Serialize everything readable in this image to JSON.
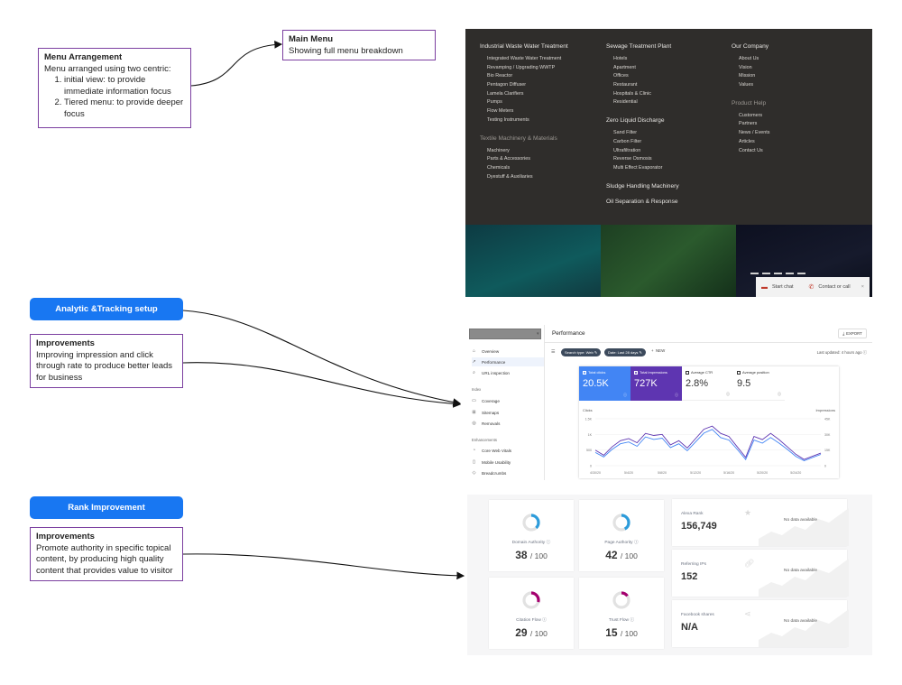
{
  "notes": {
    "menu_arrangement": {
      "title": "Menu Arrangement",
      "intro": "Menu arranged using two centric:",
      "points": [
        "initial view: to provide immediate information focus",
        "Tiered menu: to provide deeper focus"
      ]
    },
    "main_menu": {
      "title": "Main Menu",
      "text": "Showing full menu breakdown"
    },
    "analytic_label": "Analytic &Tracking setup",
    "improvements_1": {
      "title": "Improvements",
      "text": "Improving impression and click through rate to produce better leads for business"
    },
    "rank_label": "Rank Improvement",
    "improvements_2": {
      "title": "Improvements",
      "text": "Promote authority in specific topical content, by producing high quality content that provides value to visitor"
    }
  },
  "menu": {
    "col1": {
      "groups": [
        {
          "head": "Industrial Waste Water Treatment",
          "dim": false,
          "items": [
            "Integrated Waste Water Treatment",
            "Revamping / Upgrading WWTP",
            "Bio Reactor",
            "Pentagon Diffuser",
            "Lamela Clarifiers",
            "Pumps",
            "Flow Meters",
            "Testing Instruments"
          ]
        },
        {
          "head": "Textile Machinery & Materials",
          "dim": true,
          "items": [
            "Machinery",
            "Parts & Accessories",
            "Chemicals",
            "Dyestuff & Auxiliaries"
          ]
        }
      ]
    },
    "col2": {
      "groups": [
        {
          "head": "Sewage Treatment Plant",
          "dim": false,
          "items": [
            "Hotels",
            "Apartment",
            "Offices",
            "Restaurant",
            "Hospitals & Clinic",
            "Residential"
          ]
        },
        {
          "head": "Zero Liquid Discharge",
          "dim": false,
          "items": [
            "Sand Filter",
            "Carbon Filter",
            "Ultrafiltration",
            "Reverse Osmosis",
            "Multi Effect Evaporator"
          ]
        },
        {
          "head": "Sludge Handling Machinery",
          "dim": false,
          "items": []
        },
        {
          "head": "Oil Separation & Response",
          "dim": false,
          "items": []
        }
      ]
    },
    "col3": {
      "groups": [
        {
          "head": "Our Company",
          "dim": false,
          "items": [
            "About Us",
            "Vision",
            "Mission",
            "Values"
          ]
        },
        {
          "head": "Product Help",
          "dim": true,
          "items": [
            "Customers",
            "Partners",
            "News / Events",
            "Articles",
            "Contact Us"
          ]
        }
      ]
    },
    "chat": {
      "start": "Start chat",
      "contact": "Contact or call",
      "close": "×"
    }
  },
  "gsc": {
    "title": "Performance",
    "export": "EXPORT",
    "nav": [
      "Overview",
      "Performance",
      "URL inspection"
    ],
    "index_label": "Index",
    "index_items": [
      "Coverage",
      "Sitemaps",
      "Removals"
    ],
    "enh_label": "Enhancements",
    "enh_items": [
      "Core Web Vitals",
      "Mobile Usability",
      "Breadcrumbs"
    ],
    "chips": [
      "Search type: Web",
      "Date: Last 28 days"
    ],
    "new": "NEW",
    "updated": "Last updated: 4 hours ago",
    "metrics": [
      {
        "label": "Total clicks",
        "value": "20.5K",
        "active": true,
        "color": "#4285f4"
      },
      {
        "label": "Total impressions",
        "value": "727K",
        "active": true,
        "color": "#5e35b1"
      },
      {
        "label": "Average CTR",
        "value": "2.8%",
        "active": false,
        "color": "#ffffff"
      },
      {
        "label": "Average position",
        "value": "9.5",
        "active": false,
        "color": "#ffffff"
      }
    ],
    "chart_data": {
      "type": "line",
      "x": [
        "4/30/20",
        "5/4/20",
        "5/8/20",
        "5/12/20",
        "5/16/20",
        "5/20/20",
        "5/24/20"
      ],
      "left_axis_label": "Clicks",
      "right_axis_label": "Impressions",
      "left_ticks": [
        "1.5K",
        "1K",
        "500",
        "0"
      ],
      "right_ticks": [
        "45K",
        "30K",
        "15K",
        "0"
      ],
      "series": [
        {
          "name": "Total clicks",
          "color": "#4285f4",
          "values": [
            420,
            280,
            520,
            700,
            760,
            620,
            920,
            840,
            880,
            580,
            700,
            480,
            760,
            1040,
            1160,
            900,
            820,
            520,
            200,
            820,
            720,
            900,
            720,
            520,
            300,
            160,
            260,
            360
          ]
        },
        {
          "name": "Total impressions",
          "color": "#5e35b1",
          "values": [
            15000,
            10000,
            18000,
            24000,
            26000,
            22000,
            31000,
            29000,
            30000,
            20000,
            24000,
            17000,
            26000,
            35000,
            38000,
            31000,
            28000,
            18000,
            8000,
            28000,
            25000,
            31000,
            25000,
            18000,
            11000,
            6000,
            9000,
            12000
          ]
        }
      ],
      "ylim_left": [
        0,
        1500
      ],
      "ylim_right": [
        0,
        45000
      ]
    }
  },
  "moz": {
    "authority": [
      {
        "label": "Domain Authority",
        "value": "38",
        "of": "/ 100",
        "pct": 38,
        "color": "#2d9cdb"
      },
      {
        "label": "Page Authority",
        "value": "42",
        "of": "/ 100",
        "pct": 42,
        "color": "#2d9cdb"
      },
      {
        "label": "Citation Flow",
        "value": "29",
        "of": "/ 100",
        "pct": 29,
        "color": "#a4006e"
      },
      {
        "label": "Trust Flow",
        "value": "15",
        "of": "/ 100",
        "pct": 15,
        "color": "#a4006e"
      }
    ],
    "stats": [
      {
        "label": "Alexa Rank",
        "value": "156,749",
        "icon": "star-icon",
        "na": "No data available"
      },
      {
        "label": "Referring IPs",
        "value": "152",
        "icon": "link-icon",
        "na": "No data available"
      },
      {
        "label": "Facebook shares",
        "value": "N/A",
        "icon": "share-icon",
        "na": "No data available"
      }
    ]
  }
}
